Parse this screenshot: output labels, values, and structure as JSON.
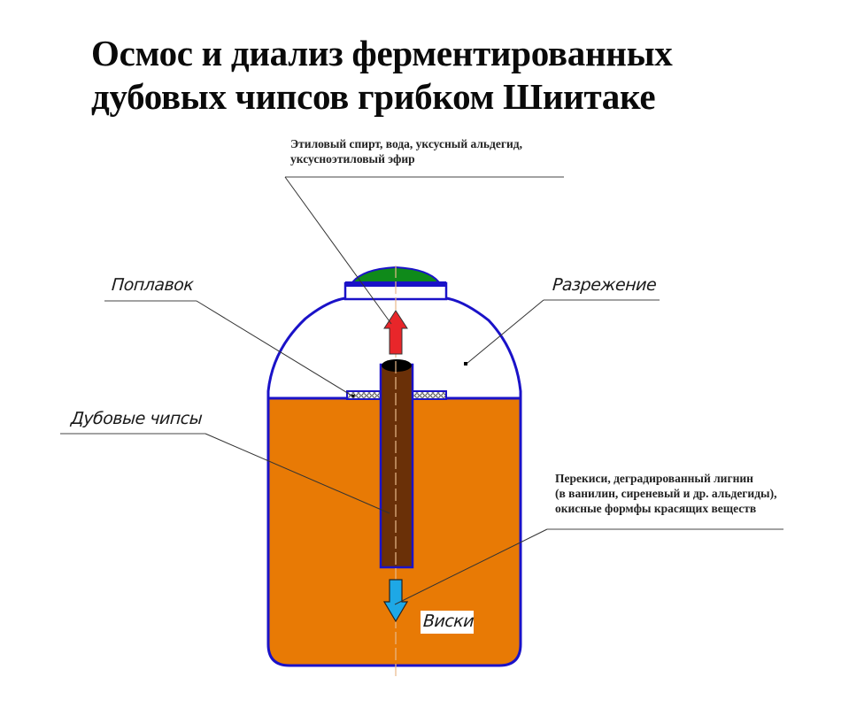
{
  "title": {
    "line1": "Осмос и диализ ферментированных",
    "line2": "дубовых чипсов грибком Шиитаке"
  },
  "annotations": {
    "top_note": {
      "line1": "Этиловый спирт, вода, уксусный альдегид,",
      "line2": "уксусноэтиловый эфир"
    },
    "bottom_note": {
      "line1": "Перекиси, деградированный лигнин",
      "line2": "(в ванилин, сиреневый и др. альдегиды),",
      "line3": "окисные формфы красящих веществ"
    }
  },
  "labels": {
    "float": "Поплавок",
    "vacuum": "Разрежение",
    "oak_chips": "Дубовые чипсы",
    "whisky": "Виски"
  },
  "colors": {
    "liquid": "#e87a05",
    "outline": "#1a12c8",
    "lid": "#0f8a1a",
    "tube": "#6a3008",
    "arrow_up": "#e8262a",
    "arrow_down": "#1ea8e6",
    "axis": "#e8b98a"
  }
}
